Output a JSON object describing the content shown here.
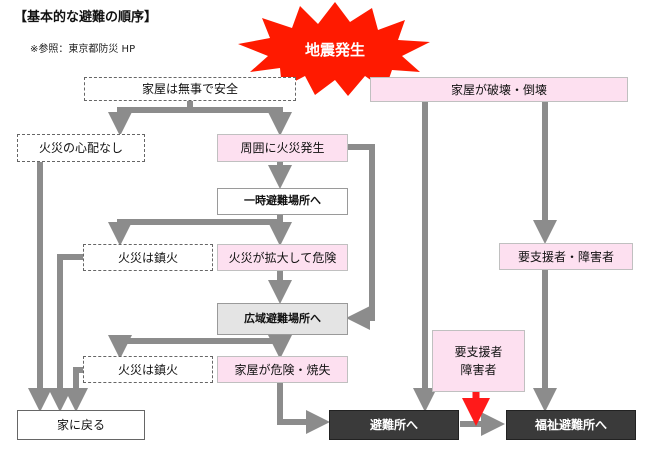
{
  "header": {
    "title": "【基本的な避難の順序】",
    "source": "※参照：東京都防災 HP"
  },
  "diagram": {
    "start": "地震発生",
    "house_safe": "家屋は無事で安全",
    "house_destroyed": "家屋が破壊・倒壊",
    "no_fire_worry": "火災の心配なし",
    "fire_nearby": "周囲に火災発生",
    "temp_evac": "一時避難場所へ",
    "fire_out_1": "火災は鎮火",
    "fire_spread": "火災が拡大して危険",
    "needs_support_1": "要支援者・障害者",
    "wide_evac": "広域避難場所へ",
    "needs_support_2_line1": "要支援者",
    "needs_support_2_line2": "障害者",
    "fire_out_2": "火災は鎮火",
    "house_danger": "家屋が危険・焼失",
    "go_home": "家に戻る",
    "shelter": "避難所へ",
    "welfare_shelter": "福祉避難所へ"
  },
  "colors": {
    "burst": "#ff1a00",
    "pink_box": "#fde0f0",
    "dark_box": "#3a3a3a",
    "arrow": "#8c8c8c",
    "red_arrow": "#ff1a1a"
  }
}
